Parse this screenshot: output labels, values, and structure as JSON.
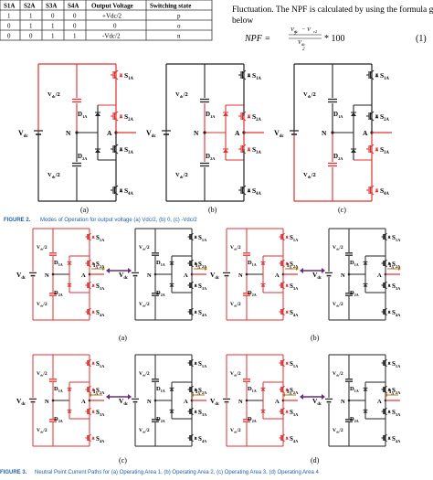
{
  "table": {
    "headers": [
      "S1A",
      "S2A",
      "S3A",
      "S4A",
      "Output Voltage",
      "Switching state"
    ],
    "rows": [
      [
        "1",
        "1",
        "0",
        "0",
        "+Vdc/2",
        "p"
      ],
      [
        "0",
        "1",
        "1",
        "0",
        "0",
        "o"
      ],
      [
        "0",
        "0",
        "1",
        "1",
        "-Vdc/2",
        "n"
      ]
    ]
  },
  "body_text": {
    "line1": "Fluctuation. The NPF is calculated by using the formula giv",
    "line2": "below",
    "formula_lhs": "NPF =",
    "frac_top_a": "V",
    "frac_top_b": "dc",
    "frac_top_c": "− V",
    "frac_top_d": "c2",
    "frac_bot_a": "V",
    "frac_bot_b": "dc",
    "frac_bot_c": "2",
    "frac_over": "2",
    "formula_rhs": "* 100",
    "eq_number": "(1)"
  },
  "fig2": {
    "panels": [
      {
        "sub": "(a)"
      },
      {
        "sub": "(b)"
      },
      {
        "sub": "(c)"
      }
    ],
    "caption_label": "FIGURE 2.",
    "caption_text": "Modes of Operation for output voltage (a) Vdc/2, (b) 0, (c) -Vdc/2"
  },
  "labels": {
    "vdc": "V",
    "vdc_sub": "dc",
    "vhalf": "V",
    "vhalf_sub": "dc",
    "vhalf_tail": "/2",
    "N": "N",
    "A": "A",
    "S": "S",
    "s1": "1A",
    "s2": "2A",
    "s3": "3A",
    "s4": "4A",
    "D": "D",
    "d1": "1A",
    "d2": "2A",
    "I": "I",
    "isub": "A"
  },
  "fig3": {
    "subs": [
      "(a)",
      "(b)",
      "(c)",
      "(d)"
    ],
    "caption_label": "FIGURE 3.",
    "caption_text": "Neutral Point Current Paths for (a) Operating Area 1, (b) Operating Area 2, (c) Operating Area 3, (d) Operating Area 4"
  },
  "colors": {
    "path": "#e03030",
    "wire": "#222222",
    "arrow": "#6a2a7a",
    "caption_blue": "#1f5fa8"
  }
}
